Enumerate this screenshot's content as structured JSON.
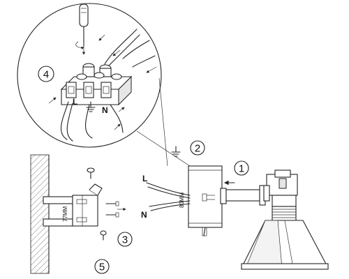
{
  "steps": {
    "step1": "1",
    "step2": "2",
    "step3": "3",
    "step4": "4",
    "step5": "5"
  },
  "terminal_labels": {
    "live": "L",
    "neutral": "N"
  },
  "wire_labels": {
    "live": "L",
    "neutral": "N"
  },
  "dimensions": {
    "box_height": "80MM",
    "bracket_spacing": "77MM"
  },
  "icons": {
    "ground": "ground-symbol-icon",
    "screwdriver": "screwdriver-icon",
    "arrow": "arrow-icon"
  }
}
